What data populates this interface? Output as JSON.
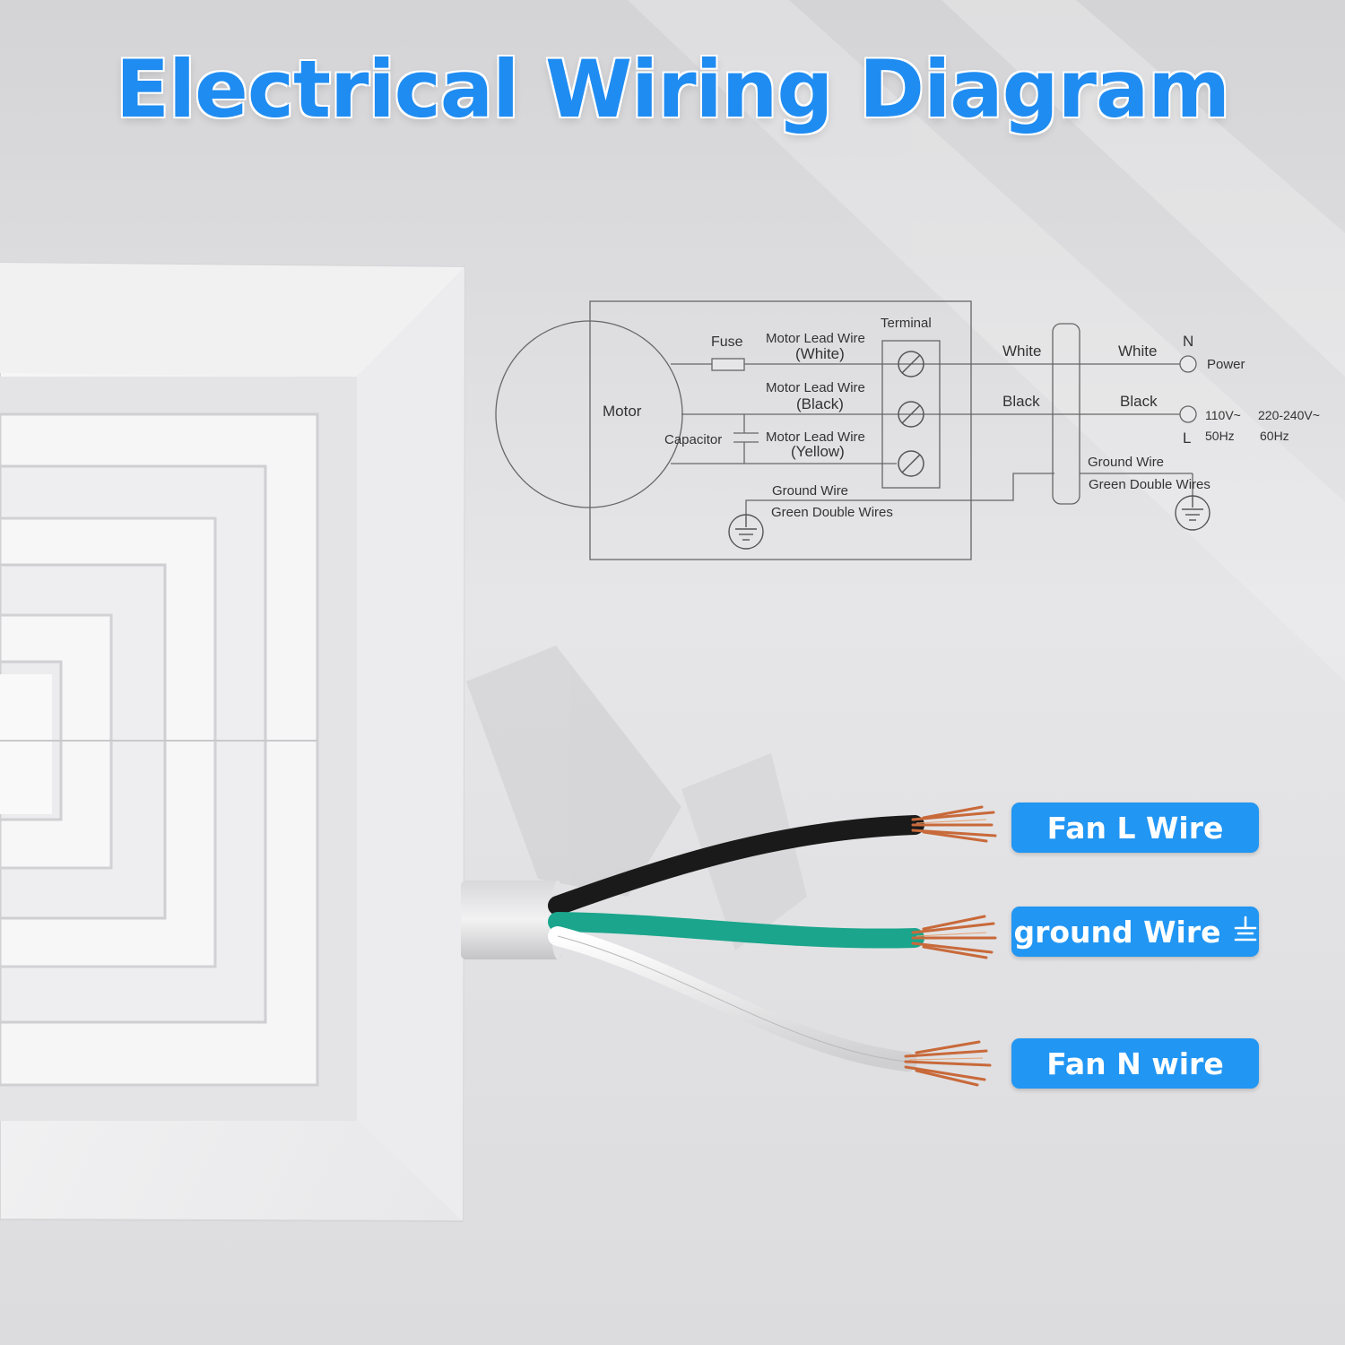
{
  "title": "Electrical Wiring Diagram",
  "schematic": {
    "motor": "Motor",
    "fuse": "Fuse",
    "capacitor": "Capacitor",
    "terminal": "Terminal",
    "lead_white_1": "Motor Lead Wire",
    "lead_white_2": "(White)",
    "lead_black_1": "Motor Lead Wire",
    "lead_black_2": "(Black)",
    "lead_yellow_1": "Motor Lead Wire",
    "lead_yellow_2": "(Yellow)",
    "ground_wire_left": "Ground Wire",
    "green_double_left": "Green Double Wires",
    "white_mid": "White",
    "black_mid": "Black",
    "white_right": "White",
    "black_right": "Black",
    "n_label": "N",
    "l_label": "L",
    "power": "Power",
    "v110": "110V~",
    "v220": "220-240V~",
    "hz50": "50Hz",
    "hz60": "60Hz",
    "ground_wire_right": "Ground Wire",
    "green_double_right": "Green Double Wires"
  },
  "labels": {
    "fan_l": "Fan L Wire",
    "ground": "ground Wire",
    "fan_n": "Fan N wire"
  },
  "colors": {
    "title": "#1f8cf2",
    "pill": "#2196f3",
    "wire_black": "#1a1a1a",
    "wire_green": "#1aa58c",
    "wire_white": "#f4f4f4",
    "copper": "#c8693a"
  }
}
